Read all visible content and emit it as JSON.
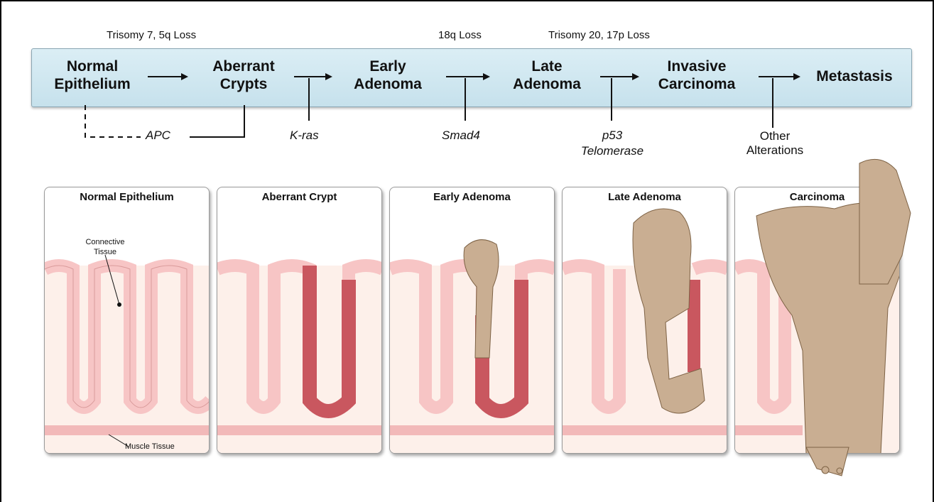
{
  "top_labels": {
    "trisomy_7": "Trisomy 7, 5q Loss",
    "loss_18q": "18q Loss",
    "trisomy_20": "Trisomy 20, 17p Loss"
  },
  "stages": {
    "normal": [
      "Normal",
      "Epithelium"
    ],
    "aberrant": [
      "Aberrant",
      "Crypts"
    ],
    "early": [
      "Early",
      "Adenoma"
    ],
    "late": [
      "Late",
      "Adenoma"
    ],
    "invasive": [
      "Invasive",
      "Carcinoma"
    ],
    "metastasis": "Metastasis"
  },
  "genes": {
    "apc": "APC",
    "kras": "K-ras",
    "smad4": "Smad4",
    "p53": "p53",
    "telomerase": "Telomerase",
    "other": [
      "Other",
      "Alterations"
    ]
  },
  "panels": [
    {
      "title": "Normal Epithelium"
    },
    {
      "title": "Aberrant Crypt"
    },
    {
      "title": "Early Adenoma"
    },
    {
      "title": "Late Adenoma"
    },
    {
      "title": "Carcinoma"
    }
  ],
  "notes": {
    "connective": [
      "Connective",
      "Tissue"
    ],
    "muscle": "Muscle Tissue"
  },
  "colors": {
    "band": "#cfe6ef",
    "epithelium": "#f7c5c5",
    "dysplastic": "#c9575f",
    "tumor": "#c9ae92",
    "stroma": "#fdf0ea"
  }
}
